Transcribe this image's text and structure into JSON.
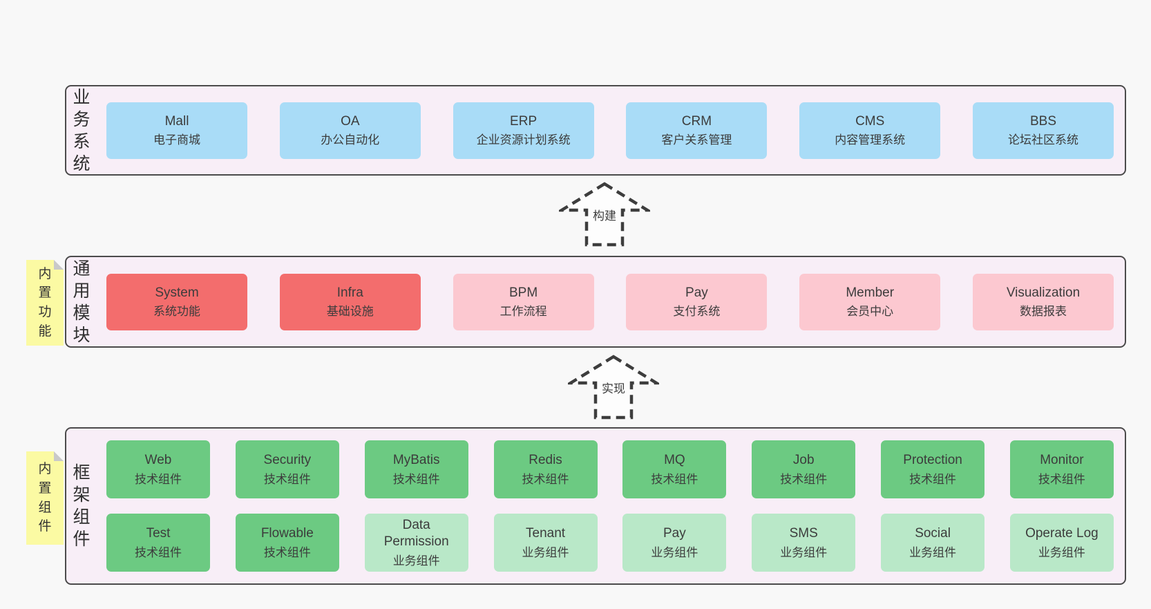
{
  "colors": {
    "page_bg": "#f8f8f8",
    "container_bg": "#f8eef7",
    "container_border": "#4b4b4b",
    "blue_box": "#a9dcf7",
    "red_box": "#f36d6d",
    "pink_box": "#fcc8d0",
    "green_box": "#6cca82",
    "light_green_box": "#b9e8c8",
    "note_bg": "#fbfaa3",
    "note_fold": "#c9c9c9",
    "text": "#3c3c3c"
  },
  "sections": [
    {
      "label": "业务系统",
      "boxes": [
        {
          "title": "Mall",
          "subtitle": "电子商城"
        },
        {
          "title": "OA",
          "subtitle": "办公自动化"
        },
        {
          "title": "ERP",
          "subtitle": "企业资源计划系统"
        },
        {
          "title": "CRM",
          "subtitle": "客户关系管理"
        },
        {
          "title": "CMS",
          "subtitle": "内容管理系统"
        },
        {
          "title": "BBS",
          "subtitle": "论坛社区系统"
        }
      ]
    },
    {
      "label": "通用模块",
      "note": "内置功能",
      "boxes": [
        {
          "title": "System",
          "subtitle": "系统功能",
          "color": "red"
        },
        {
          "title": "Infra",
          "subtitle": "基础设施",
          "color": "red"
        },
        {
          "title": "BPM",
          "subtitle": "工作流程",
          "color": "pink"
        },
        {
          "title": "Pay",
          "subtitle": "支付系统",
          "color": "pink"
        },
        {
          "title": "Member",
          "subtitle": "会员中心",
          "color": "pink"
        },
        {
          "title": "Visualization",
          "subtitle": "数据报表",
          "color": "pink"
        }
      ]
    },
    {
      "label": "框架组件",
      "note": "内置组件",
      "rows": [
        [
          {
            "title": "Web",
            "subtitle": "技术组件",
            "color": "green"
          },
          {
            "title": "Security",
            "subtitle": "技术组件",
            "color": "green"
          },
          {
            "title": "MyBatis",
            "subtitle": "技术组件",
            "color": "green"
          },
          {
            "title": "Redis",
            "subtitle": "技术组件",
            "color": "green"
          },
          {
            "title": "MQ",
            "subtitle": "技术组件",
            "color": "green"
          },
          {
            "title": "Job",
            "subtitle": "技术组件",
            "color": "green"
          },
          {
            "title": "Protection",
            "subtitle": "技术组件",
            "color": "green"
          },
          {
            "title": "Monitor",
            "subtitle": "技术组件",
            "color": "green"
          }
        ],
        [
          {
            "title": "Test",
            "subtitle": "技术组件",
            "color": "green"
          },
          {
            "title": "Flowable",
            "subtitle": "技术组件",
            "color": "green"
          },
          {
            "title": "Data Permission",
            "subtitle": "业务组件",
            "color": "lgreen"
          },
          {
            "title": "Tenant",
            "subtitle": "业务组件",
            "color": "lgreen"
          },
          {
            "title": "Pay",
            "subtitle": "业务组件",
            "color": "lgreen"
          },
          {
            "title": "SMS",
            "subtitle": "业务组件",
            "color": "lgreen"
          },
          {
            "title": "Social",
            "subtitle": "业务组件",
            "color": "lgreen"
          },
          {
            "title": "Operate Log",
            "subtitle": "业务组件",
            "color": "lgreen"
          }
        ]
      ]
    }
  ],
  "arrows": [
    {
      "label": "构建"
    },
    {
      "label": "实现"
    }
  ]
}
